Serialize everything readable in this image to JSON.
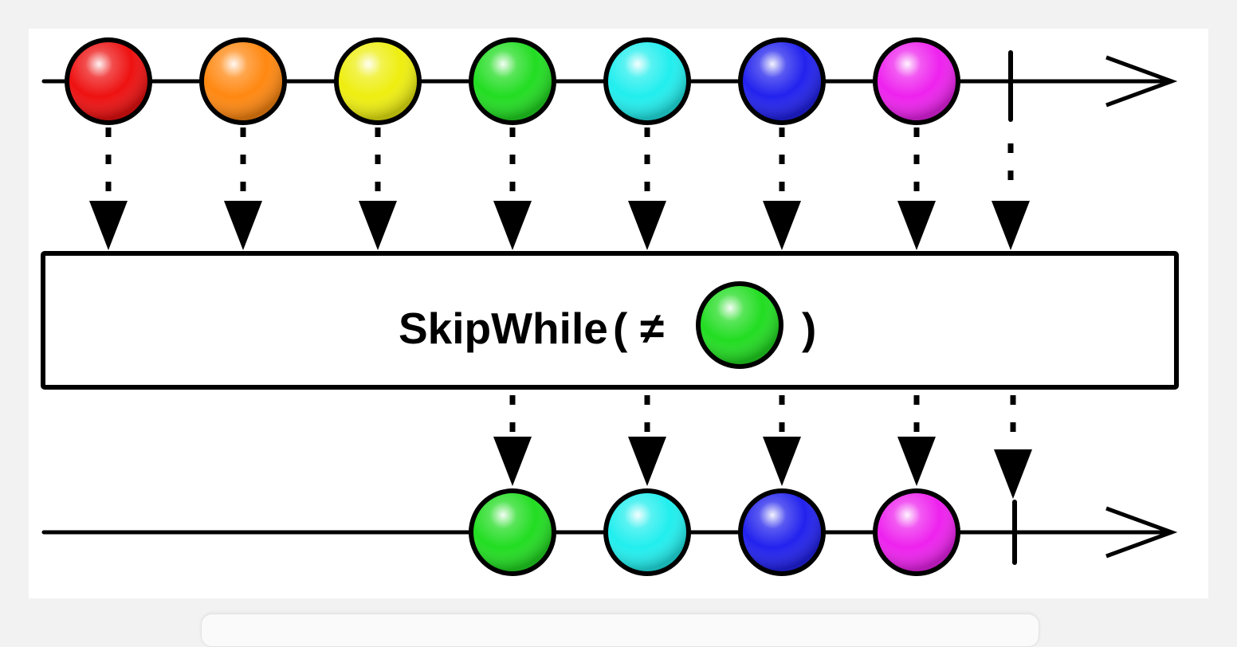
{
  "operator": {
    "name": "SkipWhile",
    "open_paren": "(",
    "not_equal_symbol": "≠",
    "close_paren": ")",
    "predicate_color": "#22dd22"
  },
  "source_stream": {
    "marbles": [
      {
        "color": "#ee1111",
        "name": "red"
      },
      {
        "color": "#ff8811",
        "name": "orange"
      },
      {
        "color": "#eeee11",
        "name": "yellow"
      },
      {
        "color": "#22dd22",
        "name": "green"
      },
      {
        "color": "#22eeee",
        "name": "cyan"
      },
      {
        "color": "#2222ee",
        "name": "blue"
      },
      {
        "color": "#ee22ee",
        "name": "magenta"
      }
    ],
    "completes": true
  },
  "result_stream": {
    "marbles": [
      {
        "color": "#22dd22",
        "name": "green"
      },
      {
        "color": "#22eeee",
        "name": "cyan"
      },
      {
        "color": "#2222ee",
        "name": "blue"
      },
      {
        "color": "#ee22ee",
        "name": "magenta"
      }
    ],
    "completes": true
  }
}
